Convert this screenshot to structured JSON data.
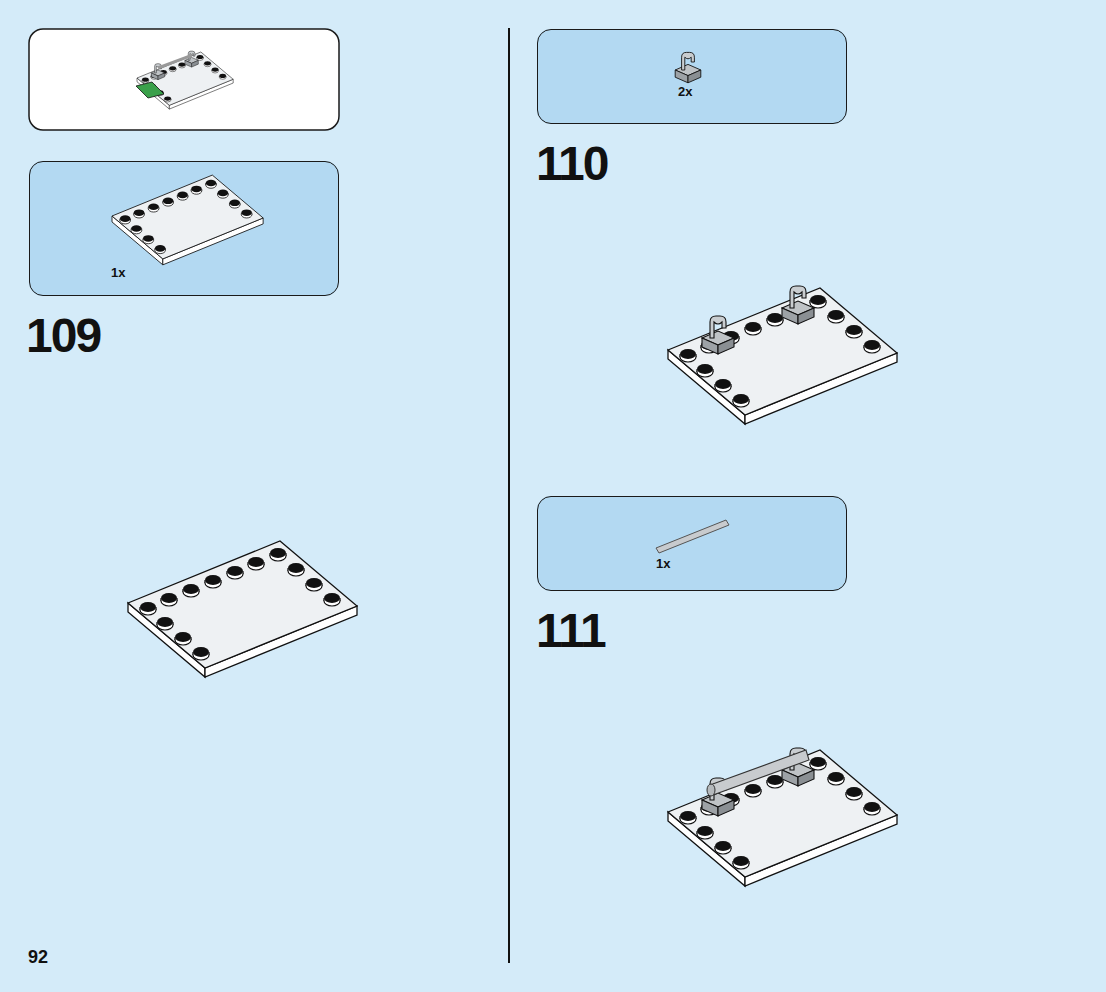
{
  "diagram": {
    "nodes": [
      {
        "text": [
          "1x"
        ]
      },
      {
        "text": [
          "2x"
        ]
      },
      {
        "text": [
          "1x"
        ]
      }
    ],
    "labels": [
      "109",
      "110",
      "111",
      "92"
    ]
  }
}
